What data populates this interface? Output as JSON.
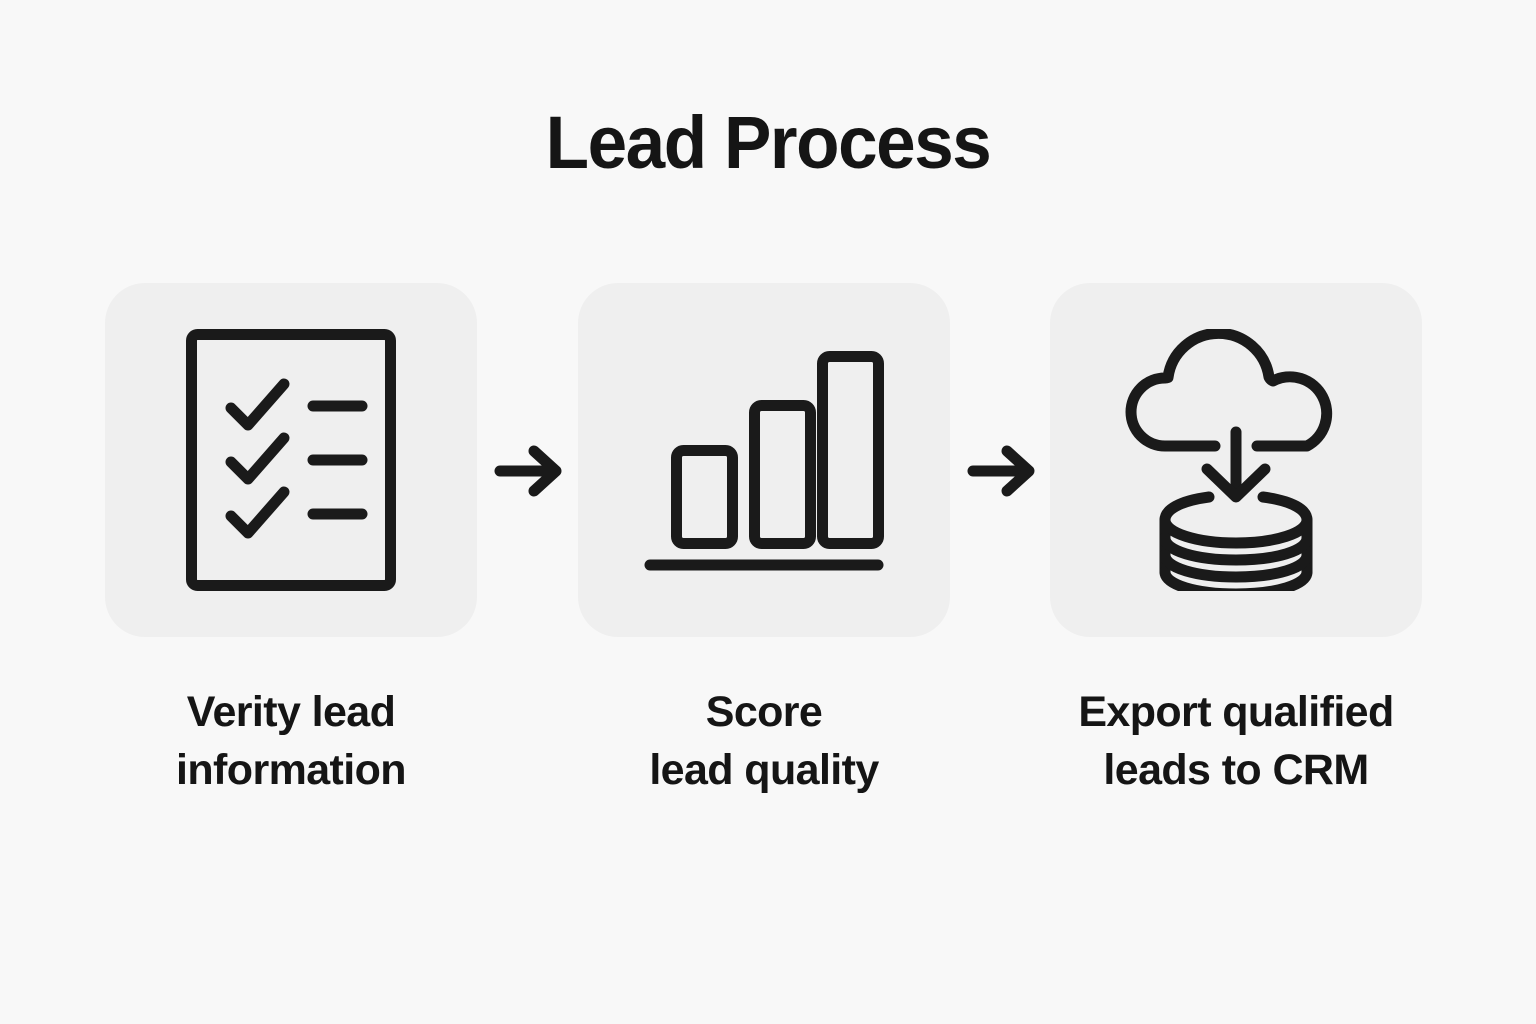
{
  "page": {
    "title": "Lead Process",
    "background_color": "#f8f8f8",
    "card_color": "#efefef",
    "ink_color": "#151515"
  },
  "steps": [
    {
      "index": 1,
      "icon": "checklist-document-icon",
      "caption": "Verity lead\ninformation",
      "caption_line_1": "Verity lead",
      "caption_line_2": "information"
    },
    {
      "index": 2,
      "icon": "bar-chart-icon",
      "caption": "Score\nlead quality",
      "caption_line_1": "Score",
      "caption_line_2": "lead quality"
    },
    {
      "index": 3,
      "icon": "cloud-download-database-icon",
      "caption": "Export qualified\nleads to CRM",
      "caption_line_1": "Export qualified",
      "caption_line_2": "leads to CRM"
    }
  ],
  "connectors": [
    {
      "index": 1,
      "icon": "arrow-right-icon"
    },
    {
      "index": 2,
      "icon": "arrow-right-icon"
    }
  ]
}
